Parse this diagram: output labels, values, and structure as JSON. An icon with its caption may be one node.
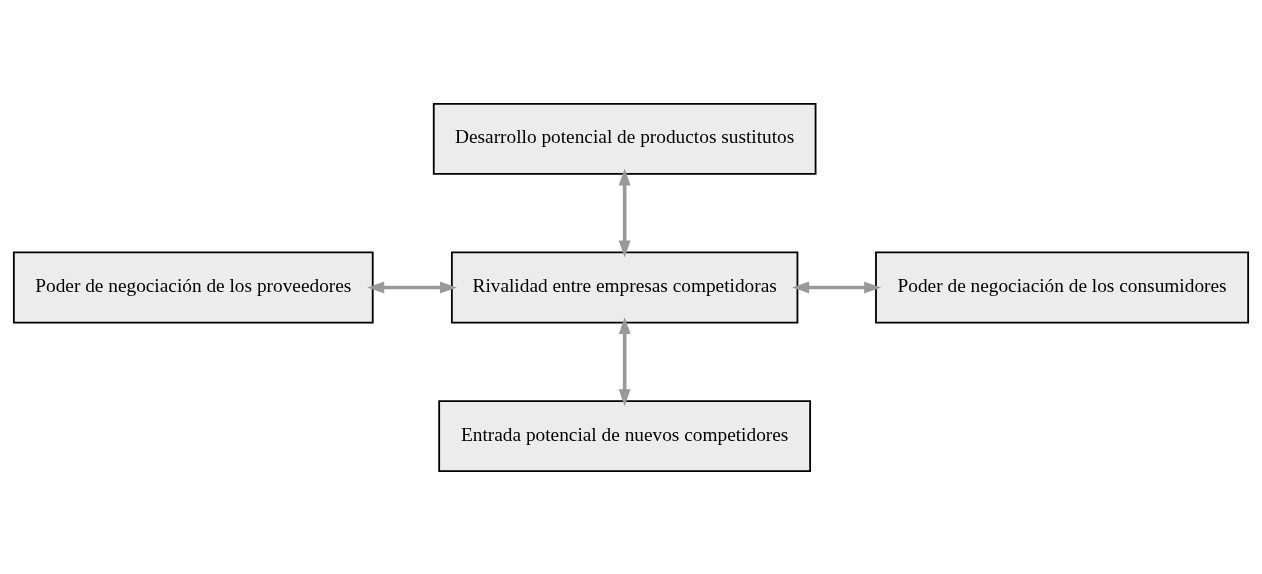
{
  "diagram": {
    "nodes": [
      {
        "text": [
          "Desarrollo potencial de productos sustitutos"
        ]
      },
      {
        "text": [
          "Poder de negociación de los proveedores"
        ]
      },
      {
        "text": [
          "Rivalidad entre empresas competidoras"
        ]
      },
      {
        "text": [
          "Poder de negociación de los consumidores"
        ]
      },
      {
        "text": [
          "Entrada potencial de nuevos competidores"
        ]
      }
    ],
    "edges": [
      {
        "from": 0,
        "to": 2,
        "arrow": "both"
      },
      {
        "from": 1,
        "to": 2,
        "arrow": "both"
      },
      {
        "from": 2,
        "to": 3,
        "arrow": "both"
      },
      {
        "from": 2,
        "to": 4,
        "arrow": "both"
      }
    ]
  }
}
